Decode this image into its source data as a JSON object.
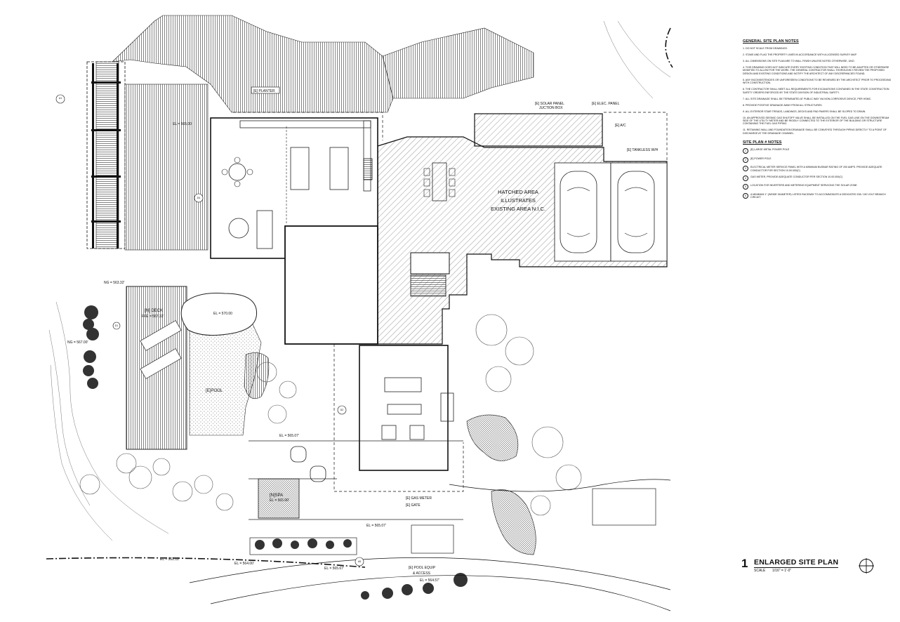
{
  "labels": {
    "planter": "[E] PLANTER",
    "solar_panel": "[E] SOLAR PANEL",
    "junction_box": "JUCTION BOX",
    "elec_panel": "[E] ELEC. PANEL",
    "ac": "[E] A/C",
    "tankless": "[E] TANKLESS W/H",
    "hatched_1": "HATCHED AREA",
    "hatched_2": "ILLUSTRATES",
    "hatched_3": "EXISTING AREA N.I.C.",
    "deck": "[N] DECK",
    "pool": "[E]POOL",
    "spa": "[N]SPA",
    "gas_meter": "[E] GAS METER",
    "gate": "[E] GATE",
    "pool_equip": "[E] POOL EQUIP",
    "pool_access": "& ACCESS"
  },
  "elevations": {
    "el_top": "EL = 565.00",
    "ng_1": "NG = 563.32'",
    "ffe_deck": "FFE = 567.33'",
    "ng_2": "NG = 567.00'",
    "el_pool": "EL = 570.00",
    "el_mid": "EL = 565.07'",
    "el_spa": "EL = 565.00'",
    "el_565_07": "EL = 565.07'",
    "el_562": "EL = 562.12'",
    "el_564": "EL = 564.00'",
    "el_565_67": "EL = 565.67'",
    "el_564_57": "EL = 564.57'"
  },
  "general_notes": {
    "title": "GENERAL SITE PLAN NOTES",
    "items": [
      "1. DO NOT SCALE FROM DRAWINGS.",
      "2. STAKE AND FLAG THE PROPERTY LINES IN ACCORDANCE WITH A LICENSED SURVEY MAP.",
      "3. ALL DIMENSIONS ON SITE PLAN ARE TO WALL FINISH UNLESS NOTED OTHERWISE, UNO.",
      "4. THIS DRAWING DOES NOT INDICATE EVERY EXISTING CONDITION THAT WILL NEED TO BE ADAPTED OR OTHERWISE MODIFIED TO ALLOW FOR THE WORK. THE GENERAL CONTRACTOR SHALL THOROUGHLY REVIEW THE PROPOSED DESIGN AND EXISTING CONDITIONS AND NOTIFY THE ARCHITECT OF ANY DISCREPANCIES FOUND.",
      "5. ANY INCONSISTENCIES OR UNFORESEEN CONDITIONS TO BE REVIEWED BY THE ARCHITECT PRIOR TO PROCEEDING WITH CONSTRUCTION.",
      "6. THE CONTRACTOR SHALL MEET ALL REQUIREMENTS FOR EXCAVATIONS CONTAINED IN THE STATE CONSTRUCTION SAFETY ORDERS ENFORCED BY THE STATE DIVISION OF INDUSTRIAL SAFETY.",
      "7. ALL SITE DRAINAGE SHALL BE TERMINATED AT PUBLIC WAY VIA NON-CORROSIVE DEVICE, PER HSMC.",
      "8. PROVIDE POSITIVE DRAINAGE AWAY FROM ALL STRUCTURES.",
      "9. ALL EXTERIOR STAIR TREADS, LANDINGS, DECKS AND PAD PAVERS SHALL BE SLOPED TO DRAIN.",
      "10. AN APPROVED SEISMIC GAS SHUTOFF VALVE SHALL BE INSTALLED ON THE FUEL GAS LINE ON THE DOWNSTREAM SIDE OF THE UTILITY METER AND BE RIGIDLY CONNECTED TO THE EXTERIOR OF THE BUILDING OR STRUCTURE CONTAINING THE FUEL GAS PIPING.",
      "11. RETAINING WALL AND FOUNDATION DRAINAGE SHALL BE CONVEYED THROUGH PIPING DIRECTLY TO A POINT OF DISCHARGE AT THE DRAINAGE CHANNEL."
    ]
  },
  "site_notes": {
    "title": "SITE PLAN # NOTES",
    "items": [
      {
        "num": "1",
        "text": "[E] LARGE METAL POWER POLE"
      },
      {
        "num": "2",
        "text": "[E] POWER POLE"
      },
      {
        "num": "3",
        "text": "ELECTRICAL METER SERVICE PANEL WITH A MINIMUM BUSBAR RATING OF 200 AMPS. PROVIDE ADEQUATE CONDUCTOR FOR SECTION 10.00.000(C)"
      },
      {
        "num": "4",
        "text": "GAS METER, PROVIDE ADEQUATE CONDUCTOR PER SECTION 10.00.000(C)"
      },
      {
        "num": "5",
        "text": "LOCATION FOR INVERTERS AND METERING EQUIPMENT SERVICING THE SOLAR ZONE"
      },
      {
        "num": "6",
        "text": "A MINIMUM 1\" (INSIDE DIAMETER) LISTED RACEWAY TO ACCOMMODATE A DEDICATED 208 / 240 VOLT BRANCH CIRCUIT."
      }
    ]
  },
  "title_block": {
    "number": "1",
    "title": "ENLARGED SITE PLAN",
    "scale_label": "SCALE",
    "scale_value": "1/16\" = 1'-0\""
  },
  "markers": {
    "sec_a": "A1",
    "sec_b": "D4",
    "sec_c": "D1",
    "sec_d": "D2",
    "sec_e": "A5"
  }
}
